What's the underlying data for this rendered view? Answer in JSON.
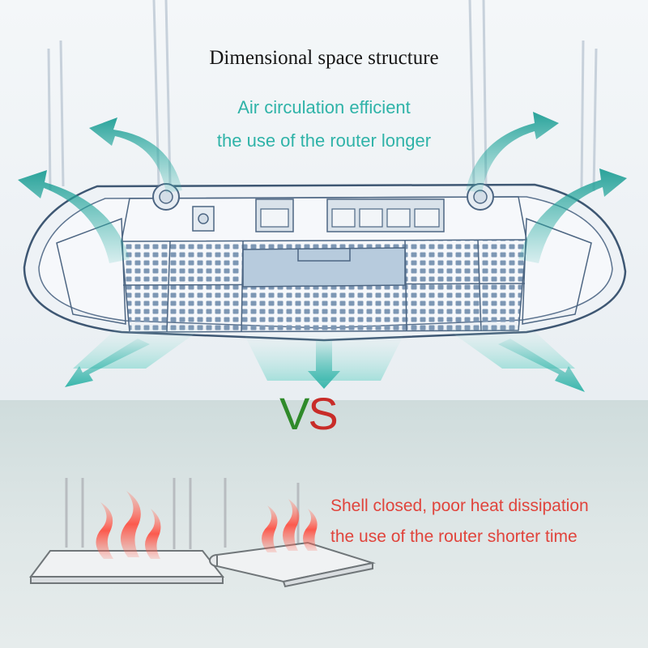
{
  "headline": "Dimensional space structure",
  "good_design": {
    "line1": "Air circulation efficient",
    "line2": "the use of the router longer"
  },
  "versus": {
    "v": "V",
    "s": "S"
  },
  "bad_design": {
    "line1": "Shell closed, poor heat dissipation",
    "line2": "the use of the router shorter time"
  },
  "colors": {
    "airflow_teal": "#2fb3a8",
    "heat_red": "#e0443c",
    "vs_green": "#2f8a2a",
    "vs_red": "#c82c28"
  },
  "icons": [
    "airflow-arrow-icon",
    "heat-wave-icon",
    "ethernet-port-icon",
    "antenna-icon",
    "router-icon"
  ]
}
